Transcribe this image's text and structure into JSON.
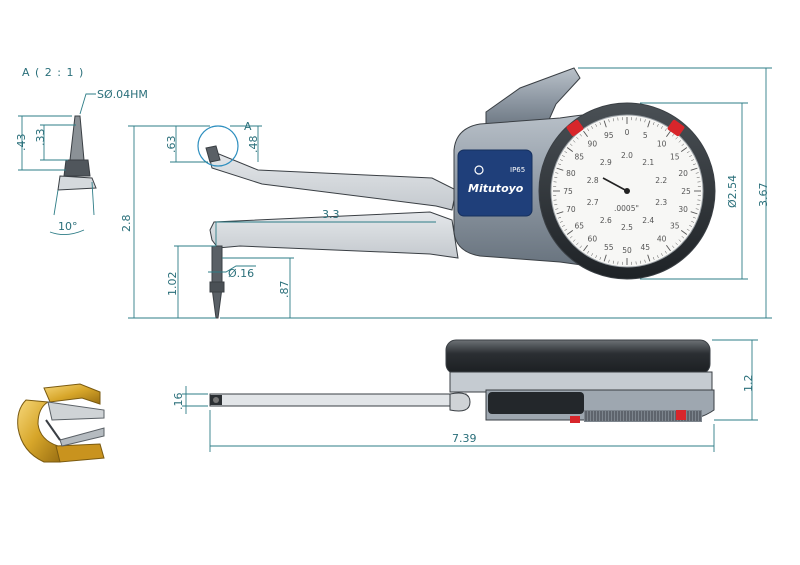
{
  "detail": {
    "title": "A ( 2 : 1 )",
    "tip_spec": "SØ.04HM",
    "dim_43": ".43",
    "dim_33": ".33",
    "angle": "10°"
  },
  "front_view": {
    "detail_marker": "A",
    "dim_63": ".63",
    "dim_48": ".48",
    "dim_28": "2.8",
    "dim_33": "3.3",
    "dim_102": "1.02",
    "dim_016": "Ø.16",
    "dim_87": ".87",
    "dial_diameter": "Ø2.54",
    "dim_367": "3.67"
  },
  "gauge": {
    "brand": "Mitutoyo",
    "rating": "IP65",
    "resolution": ".0005\"",
    "outer_scale": [
      "0",
      "5",
      "10",
      "15",
      "20",
      "25",
      "30",
      "35",
      "40",
      "45",
      "50",
      "55",
      "60",
      "65",
      "70",
      "75",
      "80",
      "85",
      "90",
      "95"
    ],
    "inner_scale": [
      "2.0",
      "2.1",
      "2.2",
      "2.3",
      "2.4",
      "2.5",
      "2.6",
      "2.7",
      "2.8",
      "2.9"
    ]
  },
  "side_view": {
    "dim_16": ".16",
    "dim_12": "1.2",
    "dim_739": "7.39"
  },
  "colors": {
    "dimension": "#2e7d87",
    "body": "#8e98a3",
    "body_dark": "#5f6a75",
    "brand_panel": "#1f3f7a",
    "dial_bezel": "#2d3236",
    "marker_red": "#d8262b",
    "probe_gold": "#d7a62a"
  }
}
